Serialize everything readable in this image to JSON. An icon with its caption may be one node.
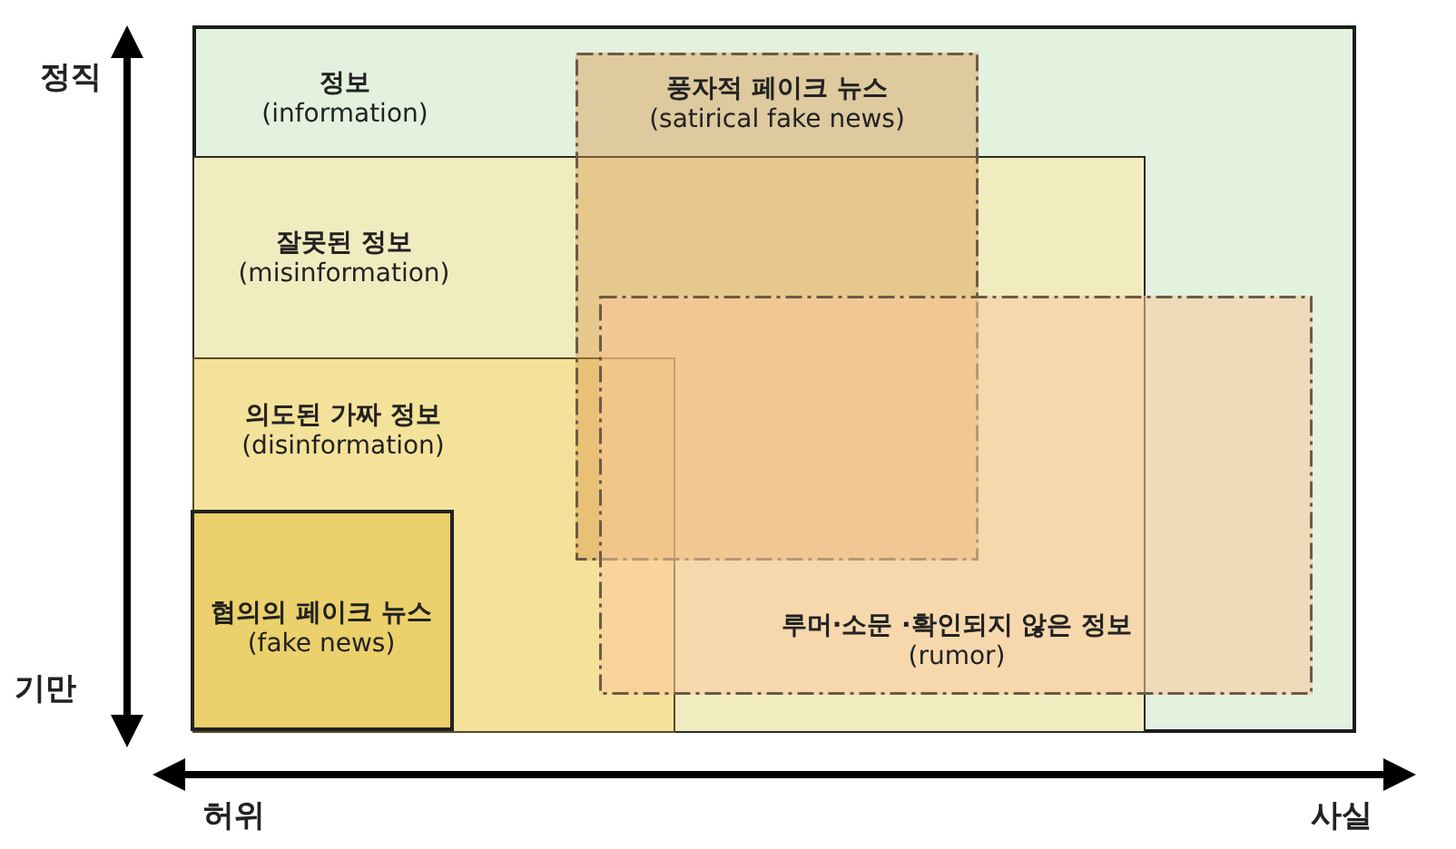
{
  "diagram": {
    "nodes": [
      {
        "text": [
          "정보",
          "(information)"
        ]
      },
      {
        "text": [
          "잘못된 정보",
          "(misinformation)"
        ],
        "in": 0
      },
      {
        "text": [
          "의도된 가짜 정보",
          "(disinformation)"
        ],
        "in": 1
      },
      {
        "text": [
          "협의의 페이크 뉴스",
          "(fake news)"
        ],
        "in": 2
      },
      {
        "text": [
          "풍자적 페이크 뉴스",
          "(satirical fake news)"
        ],
        "in": 0
      },
      {
        "text": [
          "루머·소문 ·확인되지 않은 정보",
          "(rumor)"
        ],
        "in": 0
      }
    ],
    "labels": [
      "정직",
      "기만",
      "허위",
      "사실"
    ]
  }
}
